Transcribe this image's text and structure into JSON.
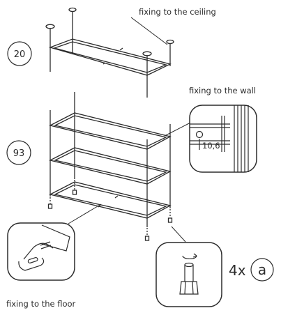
{
  "labels": {
    "ceiling": "fixing to the ceiling",
    "wall": "fixing to the wall",
    "floor": "fixing to the floor"
  },
  "badges": {
    "ceiling_height": "20",
    "shelf_height": "93",
    "quantity_prefix": "4x",
    "part_letter": "a"
  },
  "detail": {
    "hole_size": "10,6"
  }
}
